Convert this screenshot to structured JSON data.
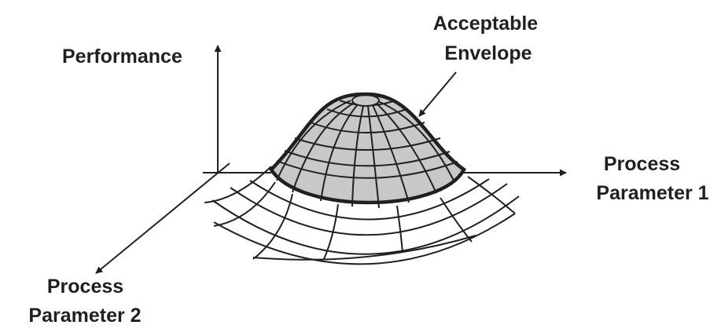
{
  "labels": {
    "performance": "Performance",
    "envelope": [
      "Acceptable",
      "Envelope"
    ],
    "param1": [
      "Process",
      "Parameter 1"
    ],
    "param2": [
      "Process",
      "Parameter 2"
    ]
  },
  "colors": {
    "ink": "#231f20",
    "envelope_fill": "#c8c8c8",
    "background": "#ffffff"
  }
}
